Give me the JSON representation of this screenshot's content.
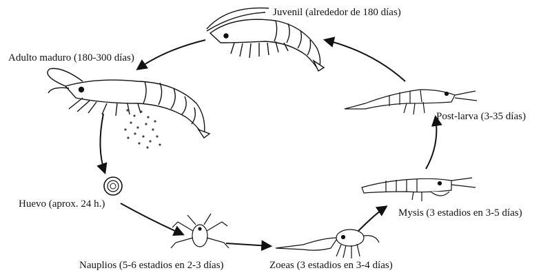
{
  "stages": {
    "juvenil": "Juvenil (alrededor de 180 días)",
    "adulto": "Adulto maduro (180-300 días)",
    "huevo": "Huevo (aprox. 24 h.)",
    "nauplios": "Nauplios (5-6 estadios en 2-3 días)",
    "zoeas": "Zoeas (3 estadios en 3-4 días)",
    "mysis": "Mysis (3 estadios en 3-5 días)",
    "post_larva": "Post-larva (3-35 días)"
  },
  "colors": {
    "ink": "#111111",
    "background": "#ffffff"
  }
}
